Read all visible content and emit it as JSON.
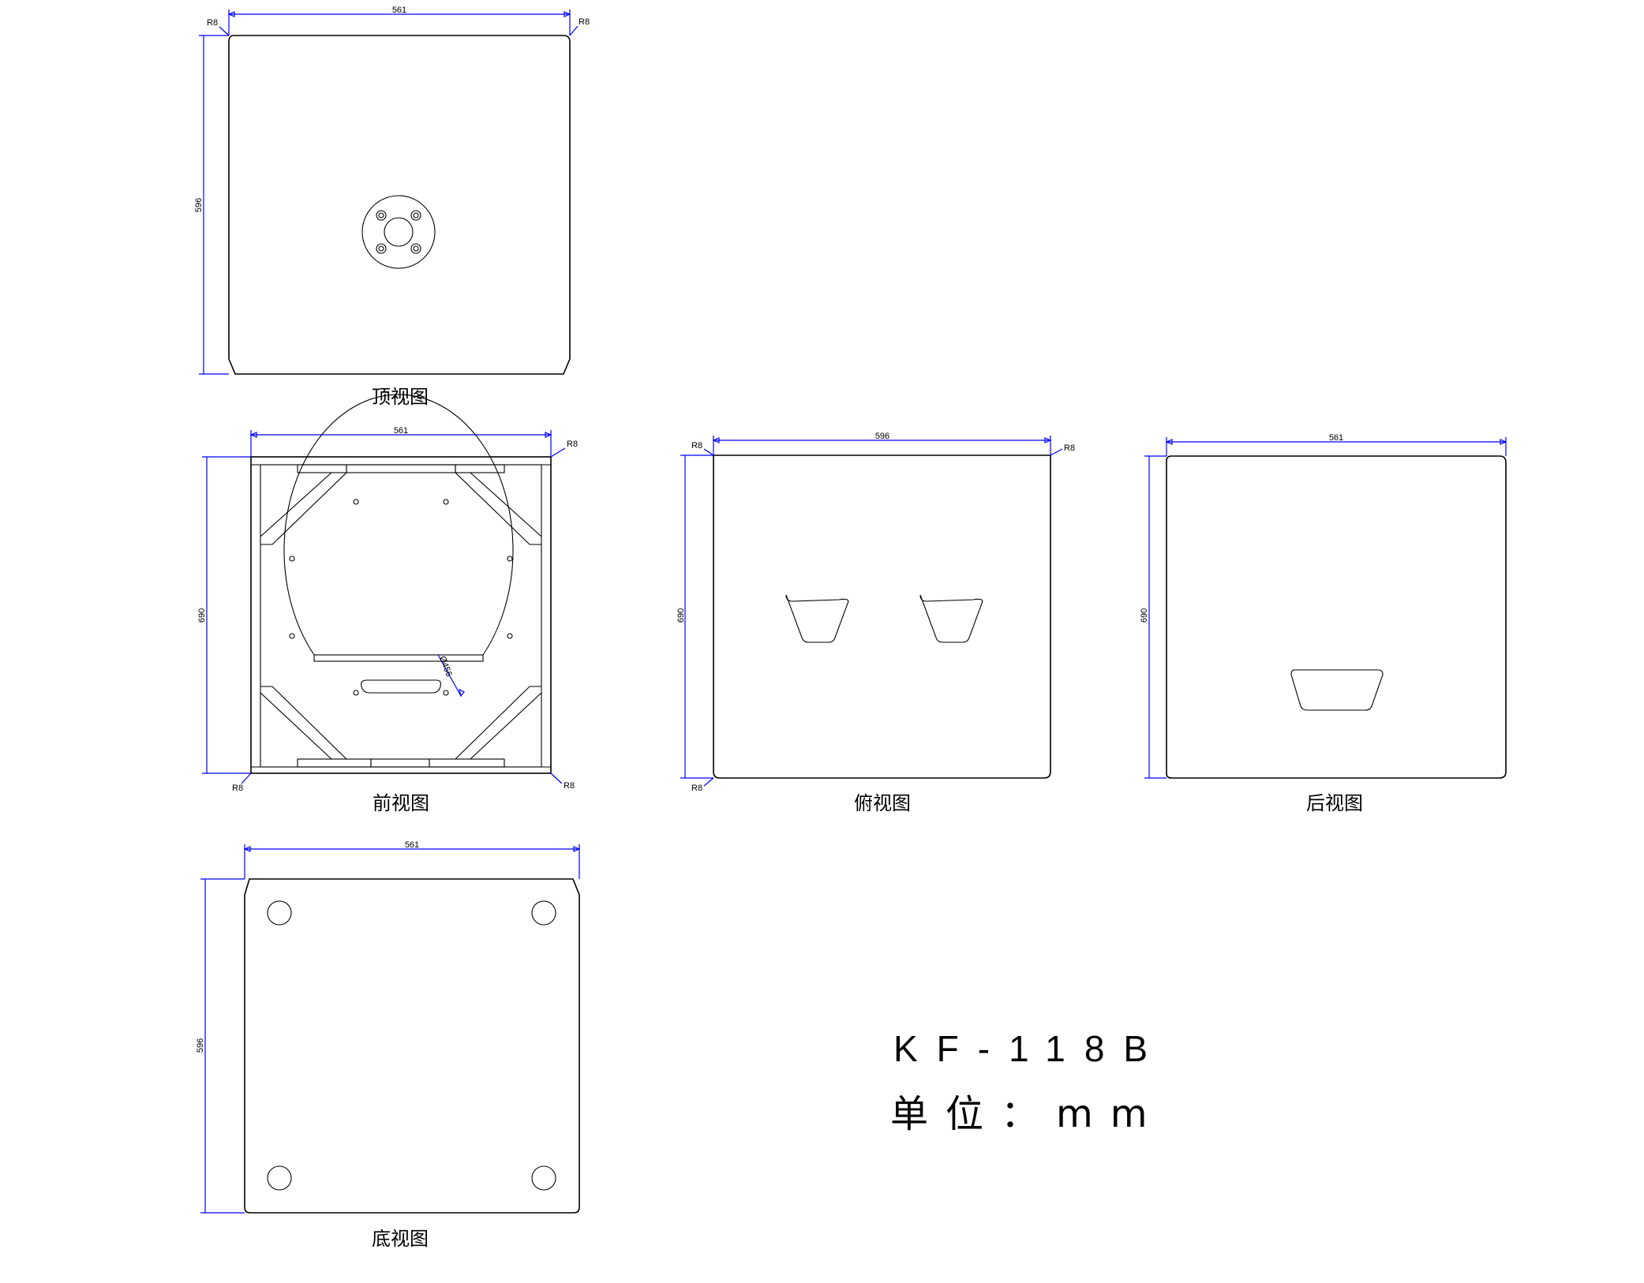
{
  "views": {
    "top": {
      "caption": "顶视图",
      "width": "561",
      "depth": "596",
      "radius_left": "R8",
      "radius_right": "R8"
    },
    "front": {
      "caption": "前视图",
      "width": "561",
      "height": "690",
      "cutout": "Ø456",
      "radius_top_right": "R8",
      "radius_bottom_left": "R8",
      "radius_bottom_right": "R8"
    },
    "side": {
      "caption": "俯视图",
      "width": "596",
      "height": "690",
      "radius_top_left": "R8",
      "radius_top_right": "R8",
      "radius_bottom_left": "R8"
    },
    "back": {
      "caption": "后视图",
      "width": "561",
      "height": "690"
    },
    "bottom": {
      "caption": "底视图",
      "width": "561",
      "depth": "596"
    }
  },
  "info": {
    "model": "KF-118B",
    "unit": "单位：mm"
  },
  "colors": {
    "outline": "#000000",
    "dimension": "#0000ff",
    "background": "#ffffff"
  }
}
